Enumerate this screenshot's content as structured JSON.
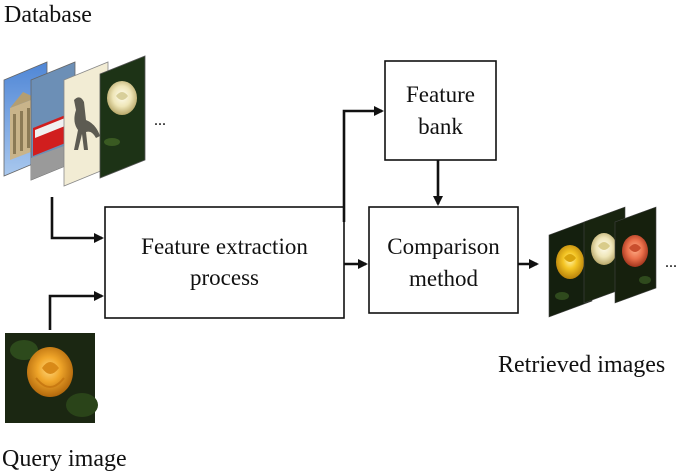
{
  "labels": {
    "database": "Database",
    "query_image": "Query image",
    "retrieved_images": "Retrieved images"
  },
  "boxes": {
    "feature_extraction": [
      "Feature extraction",
      "process"
    ],
    "feature_bank": [
      "Feature",
      "bank"
    ],
    "comparison": [
      "Comparison",
      "method"
    ]
  },
  "ellipses": {
    "database": "...",
    "retrieved": "..."
  },
  "colors": {
    "line": "#111111",
    "rose_yellow": "#f2c21a",
    "rose_cream": "#efe6b8",
    "rose_coral": "#ea6f4a",
    "leaf_dark": "#1f3418"
  }
}
